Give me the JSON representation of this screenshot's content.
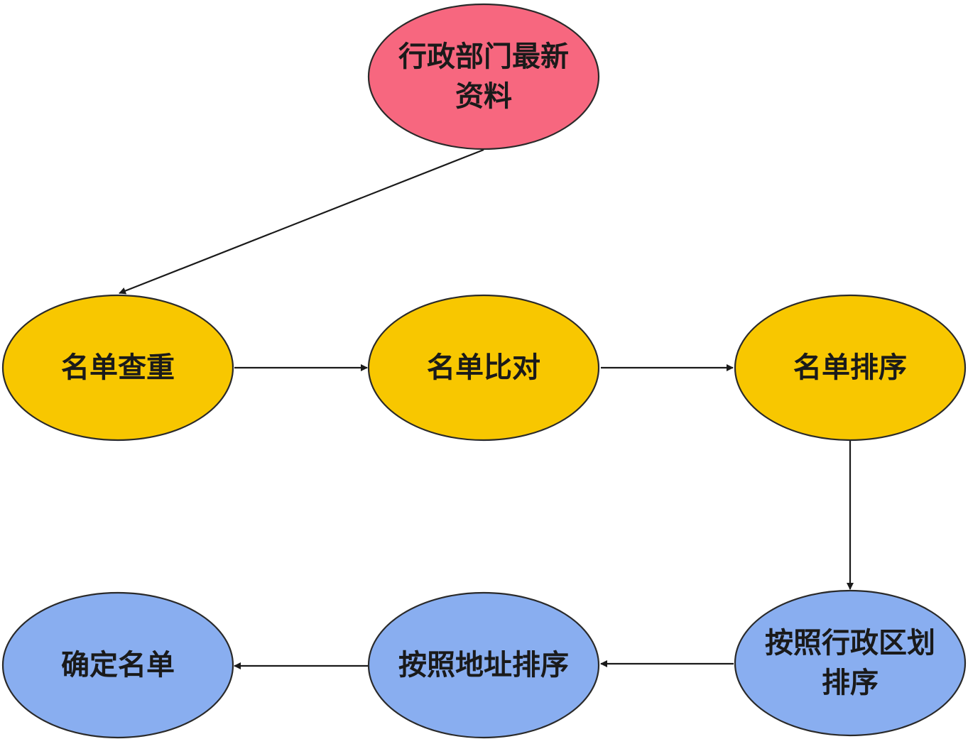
{
  "diagram": {
    "colors": {
      "source": "#f7677f",
      "process": "#f8c700",
      "output": "#89aef0",
      "stroke": "#2a2a2a",
      "edge": "#1a1a1a"
    },
    "nodes": [
      {
        "id": "source",
        "kind": "source",
        "lines": [
          "行政部门最新",
          "资料"
        ]
      },
      {
        "id": "dedupe",
        "kind": "process",
        "lines": [
          "名单查重"
        ]
      },
      {
        "id": "compare",
        "kind": "process",
        "lines": [
          "名单比对"
        ]
      },
      {
        "id": "sort",
        "kind": "process",
        "lines": [
          "名单排序"
        ]
      },
      {
        "id": "sort-division",
        "kind": "output",
        "lines": [
          "按照行政区划",
          "排序"
        ]
      },
      {
        "id": "sort-address",
        "kind": "output",
        "lines": [
          "按照地址排序"
        ]
      },
      {
        "id": "confirm",
        "kind": "output",
        "lines": [
          "确定名单"
        ]
      }
    ],
    "edges": [
      {
        "from": "source",
        "to": "dedupe"
      },
      {
        "from": "dedupe",
        "to": "compare"
      },
      {
        "from": "compare",
        "to": "sort"
      },
      {
        "from": "sort",
        "to": "sort-division"
      },
      {
        "from": "sort-division",
        "to": "sort-address"
      },
      {
        "from": "sort-address",
        "to": "confirm"
      }
    ]
  }
}
